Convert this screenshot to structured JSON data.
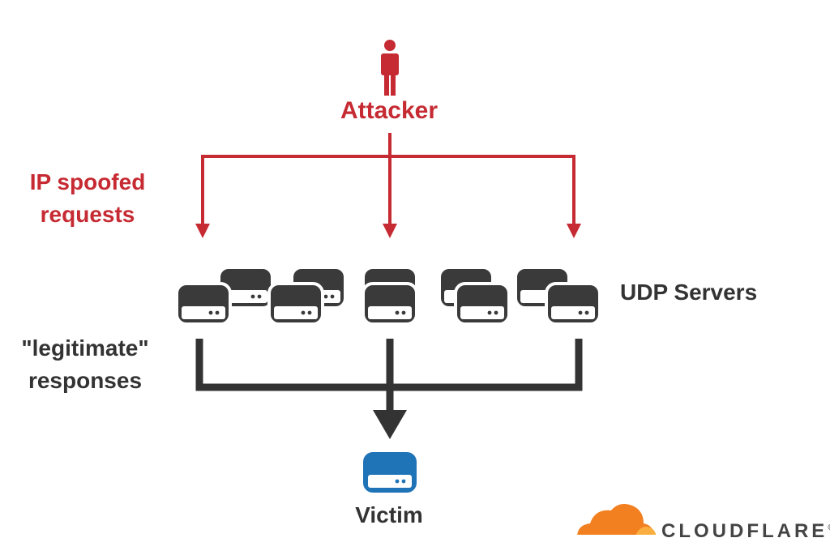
{
  "attacker": {
    "label": "Attacker",
    "icon": "person-icon"
  },
  "requests": {
    "line1": "IP spoofed",
    "line2": "requests"
  },
  "responses": {
    "line1": "\"legitimate\"",
    "line2": "responses"
  },
  "servers": {
    "label": "UDP Servers",
    "icon": "server-icon"
  },
  "victim": {
    "label": "Victim",
    "icon": "server-icon"
  },
  "brand": {
    "name": "CLOUDFLARE",
    "mark": "®",
    "icon": "cloud-icon"
  },
  "colors": {
    "attack": "#c62a32",
    "response": "#333333",
    "victim": "#1f73b7",
    "brand_orange": "#f38020",
    "brand_light": "#faae40"
  }
}
